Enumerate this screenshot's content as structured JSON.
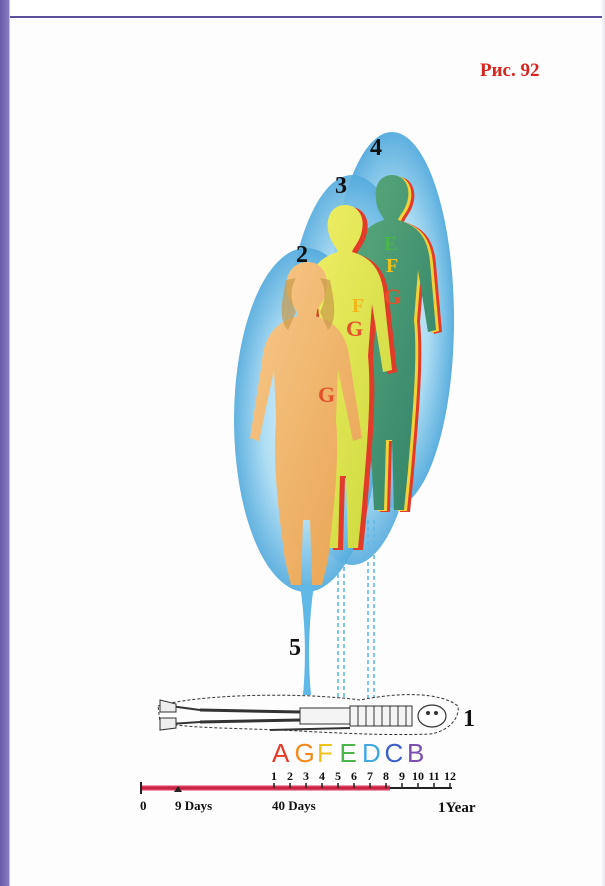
{
  "figure_label": "Рис. 92",
  "body_numbers": [
    "1",
    "2",
    "3",
    "4",
    "5"
  ],
  "body_letters": {
    "body2": [
      "G"
    ],
    "body3": [
      "F",
      "G"
    ],
    "body4": [
      "E",
      "F",
      "G"
    ]
  },
  "layer_letters": [
    {
      "letter": "A",
      "color": "#e53a2a"
    },
    {
      "letter": "G",
      "color": "#f28a1c"
    },
    {
      "letter": "F",
      "color": "#f2c21c"
    },
    {
      "letter": "E",
      "color": "#49b54a"
    },
    {
      "letter": "D",
      "color": "#3fa8e0"
    },
    {
      "letter": "C",
      "color": "#3a5fc8"
    },
    {
      "letter": "B",
      "color": "#7a4fb0"
    }
  ],
  "timeline": {
    "month_ticks": [
      "1",
      "2",
      "3",
      "4",
      "5",
      "6",
      "7",
      "8",
      "9",
      "10",
      "11",
      "12"
    ],
    "labels": {
      "start": "0",
      "days9": "9 Days",
      "days40": "40 Days",
      "year": "1Year"
    }
  },
  "colors": {
    "aura": "#5fb8e6",
    "timeline_red": "#d9264a",
    "figure_label": "#d7261f"
  }
}
